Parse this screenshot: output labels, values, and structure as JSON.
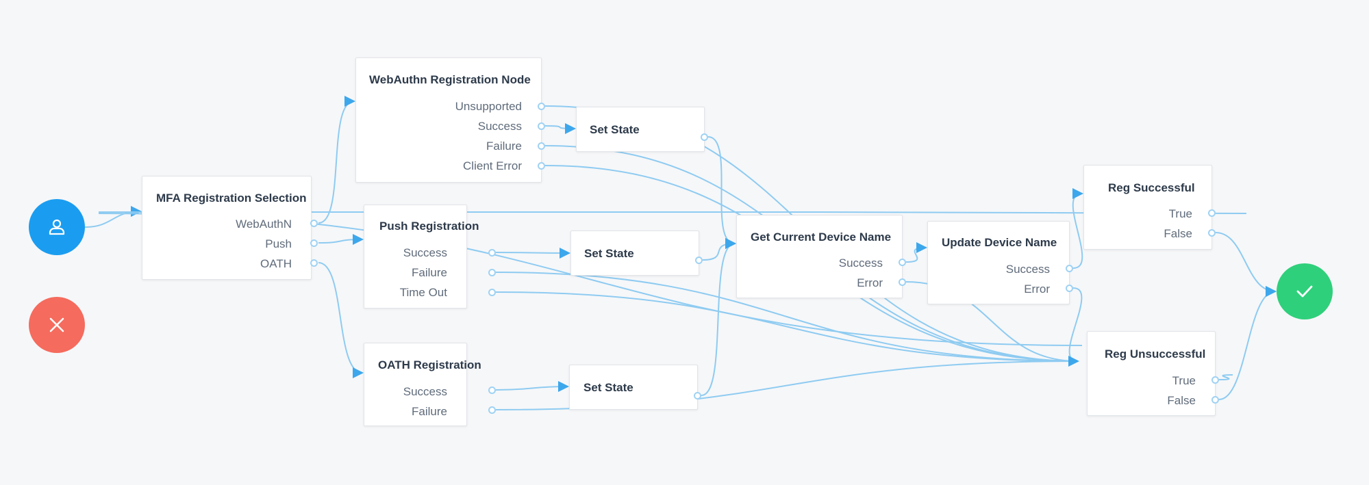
{
  "colors": {
    "background": "#f6f7f9",
    "wire": "#8ecbf1",
    "port_border": "#9fd2f3",
    "start": "#1a9df0",
    "failure": "#f56b5d",
    "success": "#2fd07b"
  },
  "terminals": {
    "start": {
      "icon": "person-icon"
    },
    "failure": {
      "icon": "close-icon"
    },
    "success": {
      "icon": "checkmark-icon"
    }
  },
  "nodes": {
    "mfa_selection": {
      "title": "MFA Registration Selection",
      "outcomes": [
        "WebAuthN",
        "Push",
        "OATH"
      ]
    },
    "webauthn": {
      "title": "WebAuthn Registration Node",
      "outcomes": [
        "Unsupported",
        "Success",
        "Failure",
        "Client Error"
      ]
    },
    "set_state_1": {
      "title": "Set State",
      "outcomes": []
    },
    "push": {
      "title": "Push Registration",
      "outcomes": [
        "Success",
        "Failure",
        "Time Out"
      ]
    },
    "set_state_2": {
      "title": "Set State",
      "outcomes": []
    },
    "oath": {
      "title": "OATH Registration",
      "outcomes": [
        "Success",
        "Failure"
      ]
    },
    "set_state_3": {
      "title": "Set State",
      "outcomes": []
    },
    "get_device": {
      "title": "Get Current Device Name",
      "outcomes": [
        "Success",
        "Error"
      ]
    },
    "update_device": {
      "title": "Update Device Name",
      "outcomes": [
        "Success",
        "Error"
      ]
    },
    "reg_successful": {
      "title": "Reg Successful",
      "outcomes": [
        "True",
        "False"
      ]
    },
    "reg_unsuccessful": {
      "title": "Reg Unsuccessful",
      "outcomes": [
        "True",
        "False"
      ]
    }
  }
}
